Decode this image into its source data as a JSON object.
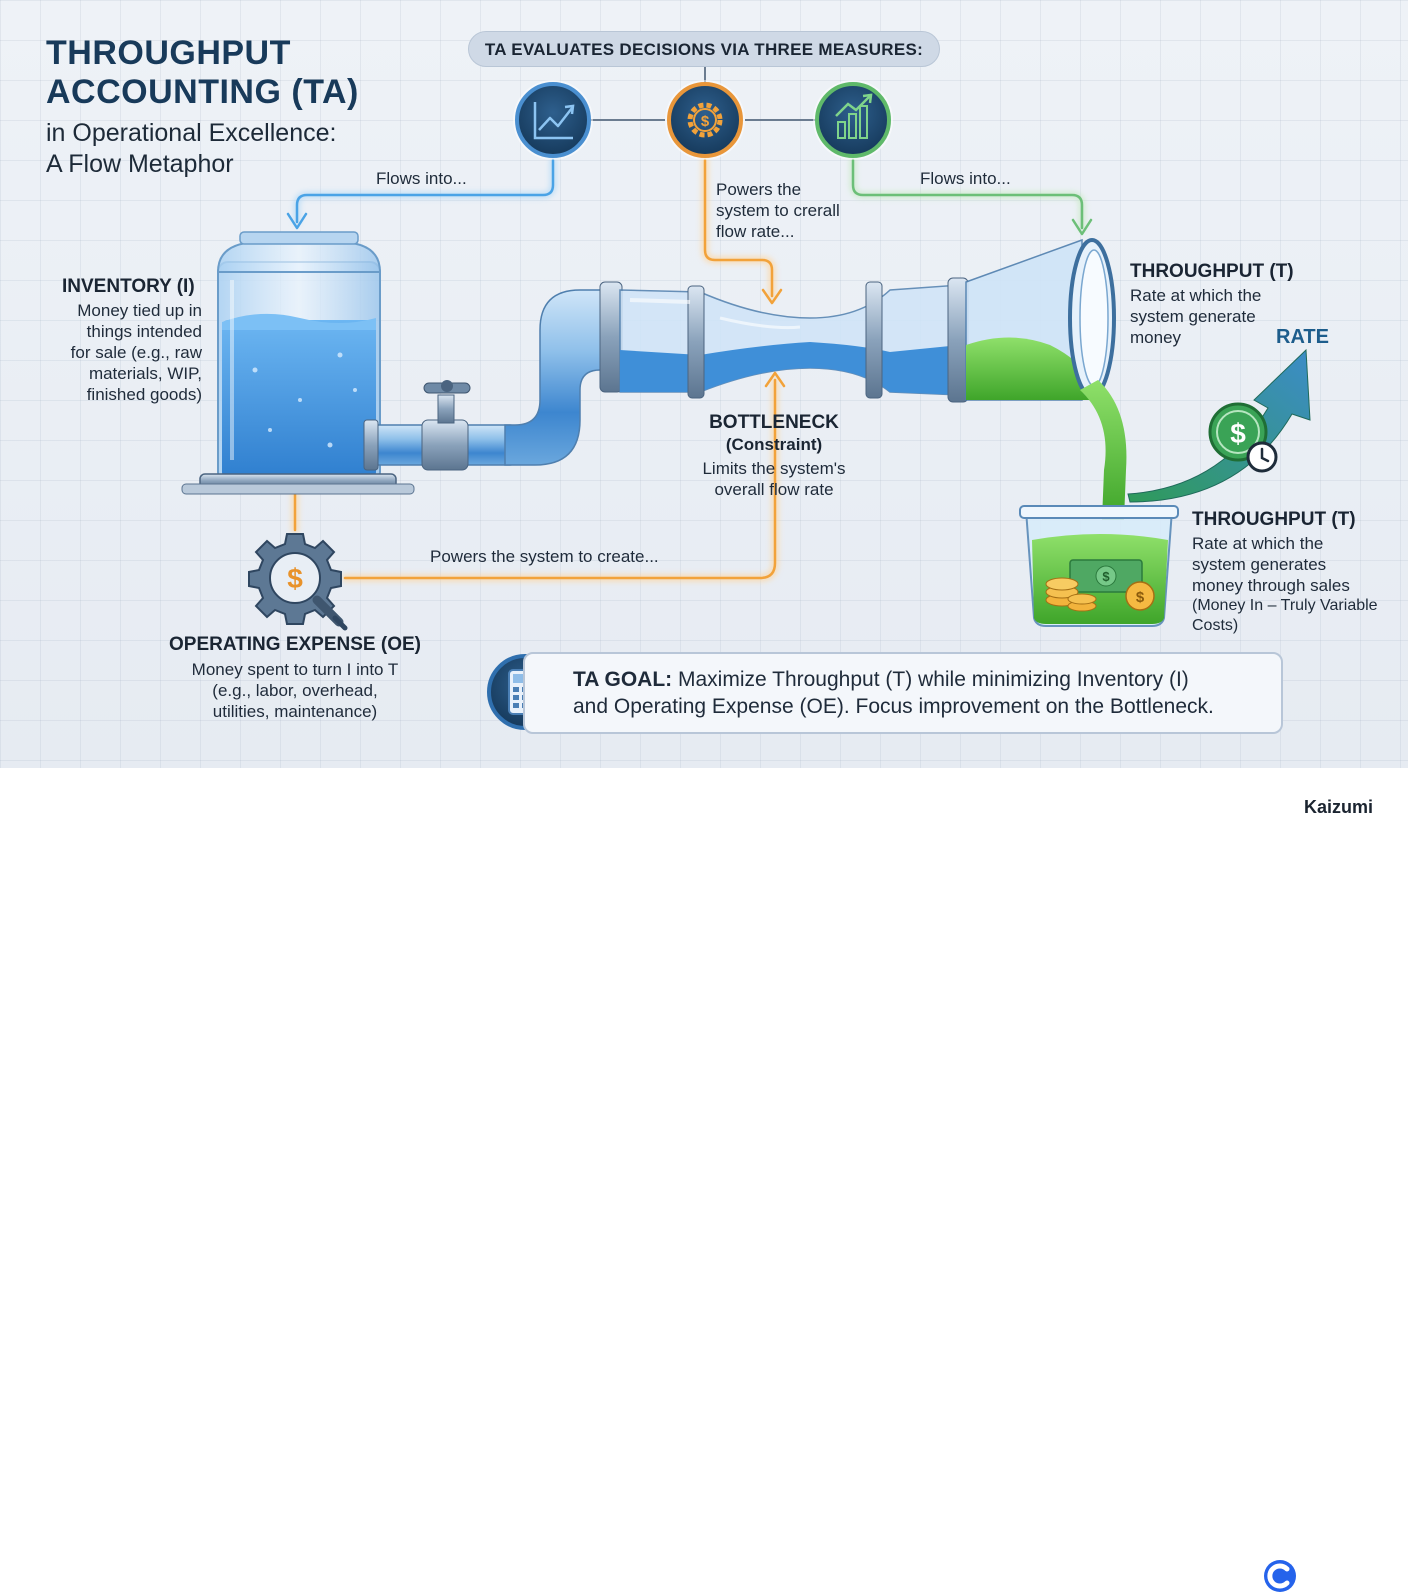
{
  "title": {
    "line1": "THROUGHPUT",
    "line2": "ACCOUNTING (TA)",
    "subtitle_line1": "in Operational Excellence:",
    "subtitle_line2": "A Flow Metaphor"
  },
  "header_pill": "TA EVALUATES DECISIONS VIA THREE MEASURES:",
  "flow_labels": {
    "left": "Flows into...",
    "right": "Flows into...",
    "center_line1": "Powers the",
    "center_line2": "system to crerall",
    "center_line3": "flow rate...",
    "bottom": "Powers the system to create..."
  },
  "inventory": {
    "heading": "INVENTORY (I)",
    "lines": [
      "Money tied up in",
      "things intended",
      "for sale (e.g., raw",
      "materials, WIP,",
      "finished goods)"
    ]
  },
  "bottleneck": {
    "heading": "BOTTLENECK",
    "sub": "(Constraint)",
    "lines": [
      "Limits the system's",
      "overall flow rate"
    ]
  },
  "throughput_top": {
    "heading": "THROUGHPUT (T)",
    "lines": [
      "Rate at which the",
      "system generate",
      "money"
    ]
  },
  "rate_label": "RATE",
  "throughput_bottom": {
    "heading": "THROUGHPUT (T)",
    "lines": [
      "Rate at which the",
      "system generates",
      "money through sales"
    ],
    "note_lines": [
      "(Money In – Truly Variable",
      "Costs)"
    ]
  },
  "operating_expense": {
    "heading": "OPERATING EXPENSE (OE)",
    "lines": [
      "Money spent to turn I into T",
      "(e.g., labor, overhead,",
      "utilities, maintenance)"
    ]
  },
  "goal": {
    "label": "TA GOAL:",
    "line1": "Maximize Throughput (T) while minimizing Inventory (I)",
    "line2": "and Operating Expense (OE). Focus improvement on the Bottleneck."
  },
  "brand": "Kaizumi",
  "colors": {
    "navy": "#183a5a",
    "blue_flow": "#5aa9e6",
    "orange_flow": "#f2a23a",
    "green_flow": "#7cc47f",
    "water": "#3f8fd8",
    "green_liquid": "#5cc43c"
  },
  "icons": [
    "trend-line-icon",
    "gear-dollar-icon",
    "bar-growth-icon",
    "gear-wrench-dollar-icon",
    "dollar-clock-icon",
    "calculator-icon",
    "money-stack-icon",
    "kaizumi-logo-icon"
  ]
}
